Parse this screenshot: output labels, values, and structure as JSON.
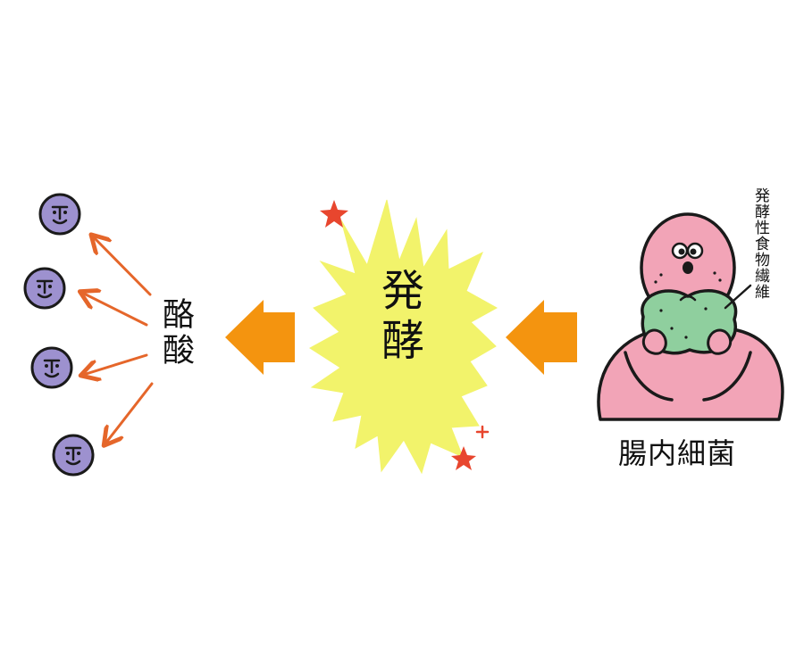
{
  "labels": {
    "butyric_acid": "酪酸",
    "fermentation": "発酵",
    "gut_bacteria": "腸内細菌",
    "fermentable_fiber": "発酵性食物繊維"
  },
  "colors": {
    "molecule_fill": "#9d91cf",
    "outline": "#1a1a1a",
    "thin_arrow": "#e5662a",
    "block_arrow": "#f4940f",
    "burst_fill": "#f2f36b",
    "sparkle": "#e8462e",
    "bacteria_body": "#f2a4b7",
    "fiber_food": "#8fcf9e"
  },
  "icons": [
    "smiley-molecule-icon",
    "block-arrow-left-icon",
    "explosion-burst-icon",
    "sparkle-star-icon",
    "bacteria-character-icon"
  ]
}
